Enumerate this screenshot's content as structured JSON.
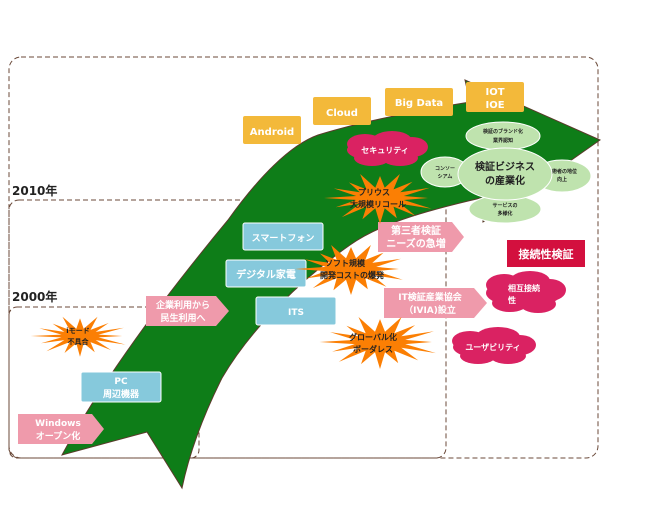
{
  "eras": {
    "y2010": "2010年",
    "y2000": "2000年"
  },
  "colors": {
    "arrow": "#0e7d18",
    "yellow": "#f3b93a",
    "blue": "#86c9dc",
    "pink": "#ef9aab",
    "orange": "#fb7f04",
    "magenta": "#da2262",
    "crimson": "#d3103e",
    "ellipse": "#bfe3ae"
  },
  "tech": {
    "android": "Android",
    "cloud": "Cloud",
    "bigdata": "Big Data",
    "iot_line1": "IOT",
    "iot_line2": "IOE",
    "smartphone": "スマートフォン",
    "digital": "デジタル家電",
    "its": "ITS",
    "pc_line1": "PC",
    "pc_line2": "周辺機器"
  },
  "trends": {
    "windows_line1": "Windows",
    "windows_line2": "オープン化",
    "enterprise_line1": "企業利用から",
    "enterprise_line2": "民生利用へ",
    "thirdparty_line1": "第三者検証",
    "thirdparty_line2": "ニーズの急増",
    "ivia_line1": "IT検証産業協会",
    "ivia_line2": "（IVIA)設立"
  },
  "issues": {
    "imode_line1": "iモード",
    "imode_line2": "不具合",
    "prius_line1": "プリウス",
    "prius_line2": "大規模リコール",
    "software_line1": "ソフト規模",
    "software_line2": "開発コストの爆発",
    "global_line1": "グローバル化",
    "global_line2": "ボーダレス"
  },
  "clouds": {
    "security": "セキュリティ",
    "mutual_line1": "相互接続",
    "mutual_line2": "性",
    "usability": "ユーザビリティ"
  },
  "connectivity": "接続性検証",
  "business": {
    "center_line1": "検証ビジネス",
    "center_line2": "の産業化",
    "top_line1": "検証のブランド化",
    "top_line2": "業界認知",
    "left_line1": "コンソー",
    "left_line2": "シアム",
    "right_line1": "技術者の地位",
    "right_line2": "向上",
    "bottom_line1": "サービスの",
    "bottom_line2": "多様化"
  }
}
